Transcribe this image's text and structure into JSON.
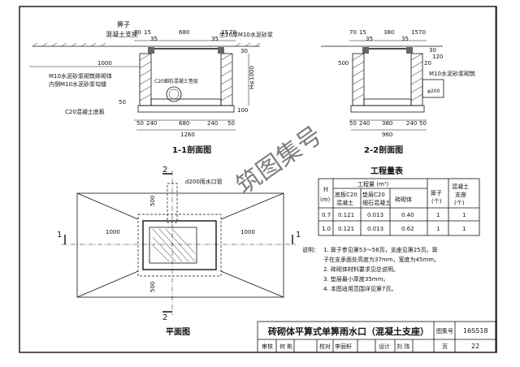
{
  "section_1": {
    "title": "1-1剖面图",
    "labels": {
      "grate": "箅子",
      "support": "混凝土支座",
      "mortar_seat": "坐20厚M10水泥砂浆",
      "brick_wall_1": "M10水泥砂浆砌筑砖砌体",
      "brick_wall_2": "内侧M10水泥砂浆勾缝",
      "base_slab": "C20混凝土底板",
      "cushion": "C20细石混凝土垫层",
      "depth": "H≤1000"
    },
    "top_dims": [
      "70",
      "15",
      "35",
      "680",
      "35",
      "15",
      "70"
    ],
    "side_dims": [
      "1000",
      "30",
      "50",
      "100"
    ],
    "bottom_dims": [
      "50",
      "240",
      "680",
      "240",
      "50"
    ],
    "total_width": "1260"
  },
  "section_2": {
    "title": "2-2剖面图",
    "label_mortar": "M10水泥砂浆砌筑",
    "top_dims": [
      "70",
      "15",
      "35",
      "380",
      "35",
      "15",
      "70"
    ],
    "side_dims": [
      "500",
      "20",
      "120",
      "30",
      "φ200"
    ],
    "bottom_dims": [
      "50",
      "240",
      "380",
      "240",
      "50"
    ],
    "total_width": "960"
  },
  "plan": {
    "title": "平面图",
    "pipe_label": "d200雨水口管",
    "cut_2": "2",
    "cut_1": "1",
    "dims": [
      "1000",
      "1000",
      "500",
      "500"
    ]
  },
  "quantity_table": {
    "title": "工程量表",
    "col_h": "H",
    "col_h_unit": "(m)",
    "col_group": "工程量 (m³)",
    "col_base": [
      "底板C20",
      "混凝土"
    ],
    "col_cushion": [
      "垫层C20",
      "细石混凝土"
    ],
    "col_brick": "砖砌体",
    "col_grate": [
      "箅子",
      "(个)"
    ],
    "col_support": [
      "混凝土",
      "支座",
      "(个)"
    ],
    "rows": [
      [
        "0.7",
        "0.121",
        "0.013",
        "0.40",
        "1",
        "1"
      ],
      [
        "1.0",
        "0.121",
        "0.013",
        "0.62",
        "1",
        "1"
      ]
    ]
  },
  "notes": {
    "label": "说明：",
    "items": [
      "1. 箅子参见第53～56页，支座见第25页。箅",
      "   子在支承面处高度为37mm，宽度为45mm。",
      "2. 砖砌体材料要求见总说明。",
      "3. 垫层最小厚度35mm。",
      "4. 本图适用范围详见第7页。"
    ]
  },
  "title_block": {
    "title": "砖砌体平算式单箅雨水口（混凝土支座）",
    "atlas_label": "图集号",
    "atlas_no": "16S518",
    "review_label": "审核",
    "reviewer": "何 彬",
    "check_label": "校对",
    "checker": "李丽轩",
    "design_label": "设计",
    "designer": "刘 玮",
    "page_label": "页",
    "page_no": "22"
  },
  "watermark": "筑图集号"
}
